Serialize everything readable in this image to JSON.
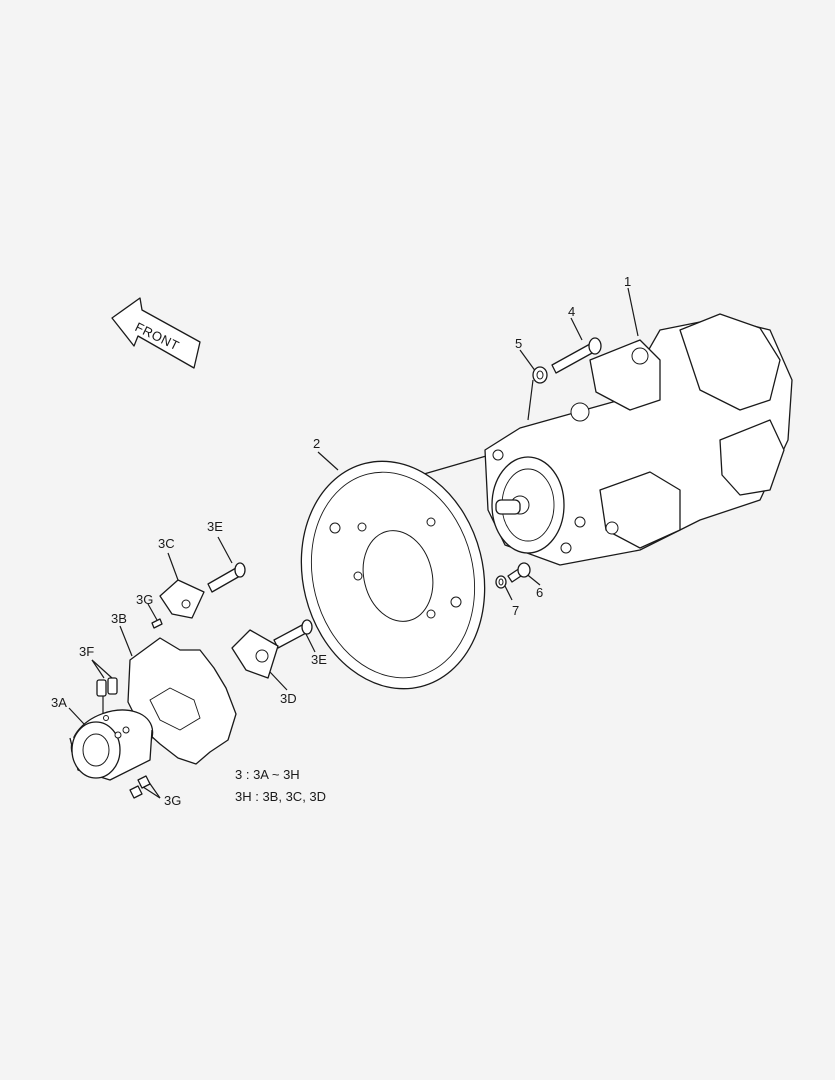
{
  "callouts": {
    "c1": "1",
    "c2": "2",
    "c3A": "3A",
    "c3B": "3B",
    "c3C": "3C",
    "c3D": "3D",
    "c3E_top": "3E",
    "c3E_mid": "3E",
    "c3F": "3F",
    "c3G_top": "3G",
    "c3G_bottom": "3G",
    "c4": "4",
    "c5": "5",
    "c6": "6",
    "c7": "7"
  },
  "front_label": "FRONT",
  "notes": {
    "line1": "3 : 3A ~ 3H",
    "line2": "3H : 3B, 3C, 3D"
  }
}
